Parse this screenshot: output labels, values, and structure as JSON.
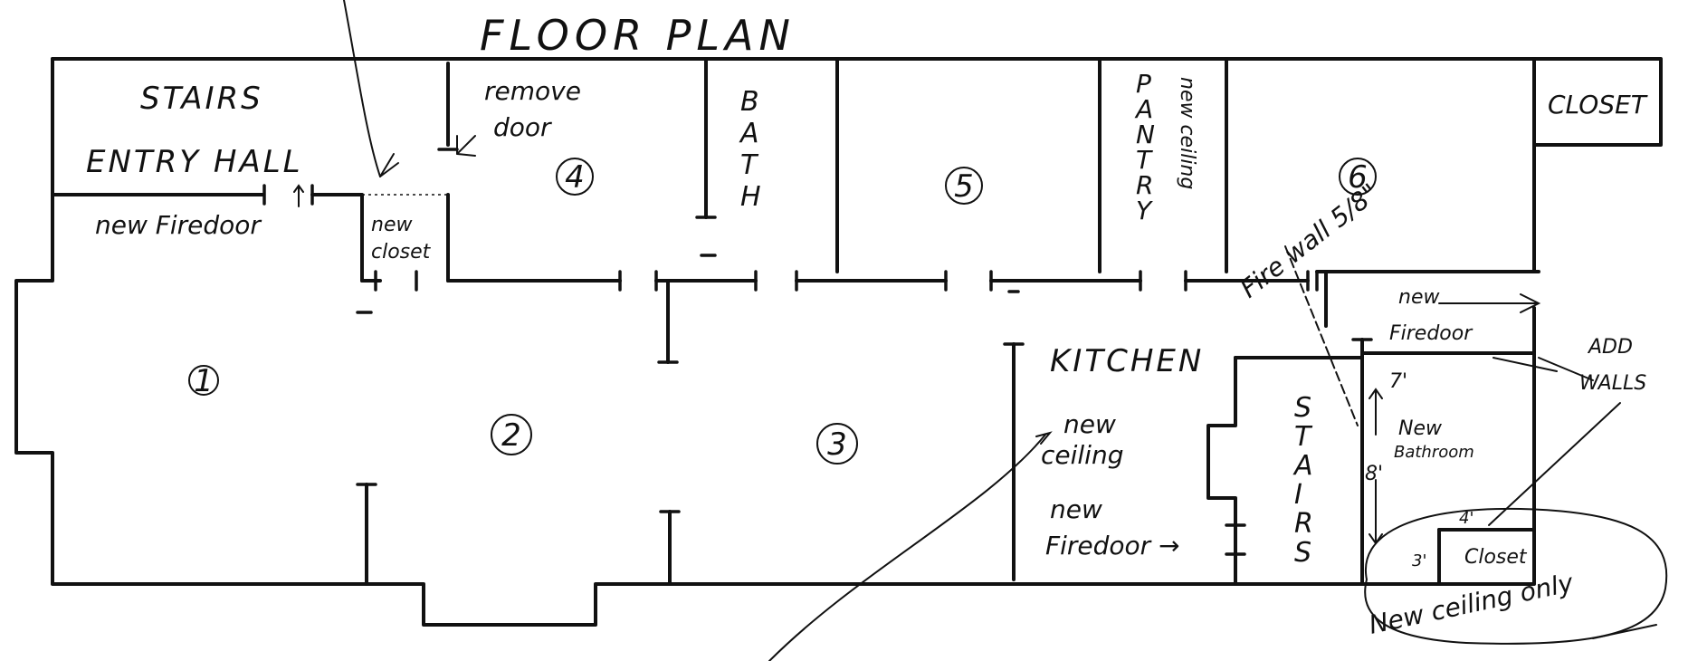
{
  "title": "FLOOR PLAN",
  "rooms": {
    "r1": "1",
    "r2": "2",
    "r3": "3",
    "r4": "4",
    "r5": "5",
    "r6": "6"
  },
  "labels": {
    "stairs_top": "STAIRS",
    "entry_hall": "ENTRY HALL",
    "remove_door_1": "remove",
    "remove_door_2": "door",
    "new_firedoor_top": "new Firedoor",
    "new_closet_1": "new",
    "new_closet_2": "closet",
    "closet_top_right": "CLOSET",
    "fire_wall": "Fire wall 5/8\"",
    "new_firedoor_right_1": "new",
    "new_firedoor_right_2": "Firedoor",
    "add_walls_1": "ADD",
    "add_walls_2": "WALLS",
    "kitchen": "KITCHEN",
    "new_ceiling_k_1": "new",
    "new_ceiling_k_2": "ceiling",
    "new_firedoor_k_1": "new",
    "new_firedoor_k_2": "Firedoor →",
    "new_bathroom_1": "New",
    "new_bathroom_2": "Bathroom",
    "dim_7": "7'",
    "dim_8": "8'",
    "dim_4": "4'",
    "dim_3": "3'",
    "closet_small": "Closet",
    "new_ceiling_only": "New ceiling only"
  },
  "vertical_words": {
    "bath": [
      "B",
      "A",
      "T",
      "H"
    ],
    "pantry": [
      "P",
      "A",
      "N",
      "T",
      "R",
      "Y"
    ],
    "new_ceiling_pantry": "new ceiling",
    "stairs_right": [
      "S",
      "T",
      "A",
      "I",
      "R",
      "S"
    ]
  }
}
